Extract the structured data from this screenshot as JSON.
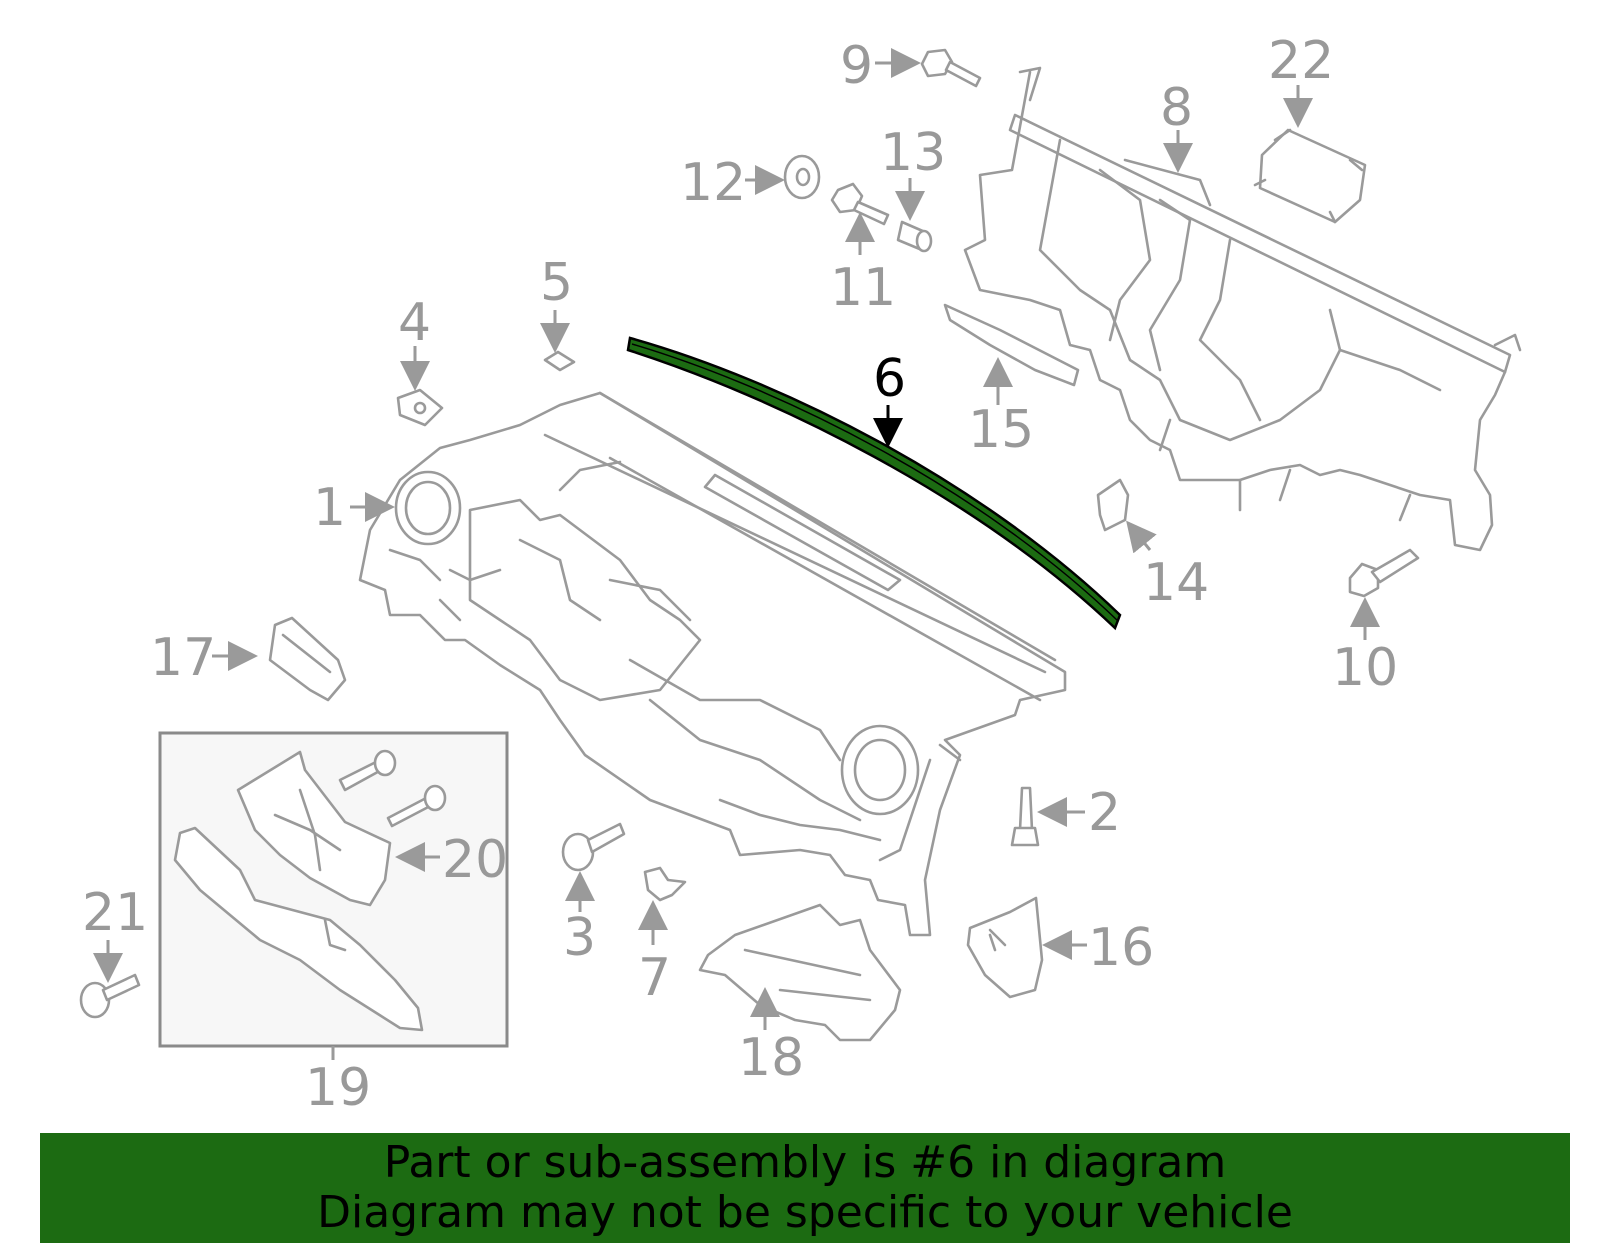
{
  "highlight_color": "#1c6b12",
  "highlighted_part": "6",
  "callouts": [
    "1",
    "2",
    "3",
    "4",
    "5",
    "6",
    "7",
    "8",
    "9",
    "10",
    "11",
    "12",
    "13",
    "14",
    "15",
    "16",
    "17",
    "18",
    "19",
    "20",
    "21",
    "22"
  ],
  "banner": {
    "line1": "Part or sub-assembly is #6 in diagram",
    "line2": "Diagram may not be specific to your vehicle"
  }
}
